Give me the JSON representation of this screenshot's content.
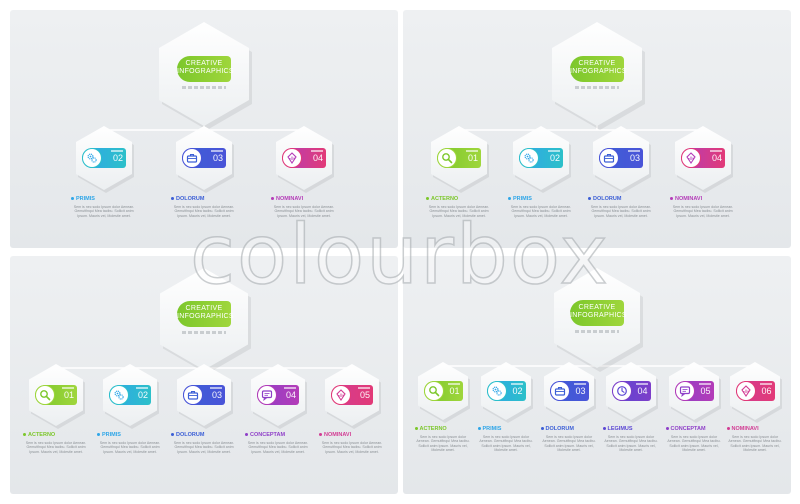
{
  "title": {
    "line1": "CREATIVE",
    "line2": "INFOGRAPHICS"
  },
  "body_text": "Sem is nec sodo Ipsum dolor Aenean. Gemutfinqui Mea tacibu. Sollicit anim Ipsum. Mauris vel, Molestie amet.",
  "watermark": "colourbox",
  "colors": {
    "green": "#8fcd31",
    "teal": "#2cc0c9",
    "cyan": "#2fa6e8",
    "blue": "#3c5fd6",
    "indigo": "#4a54d8",
    "violet": "#7d3ec9",
    "purple": "#a33fc8",
    "magenta": "#d23c93",
    "pink": "#e23a77"
  },
  "panels": [
    {
      "items": [
        {
          "label": "PRIMIS",
          "number": "02",
          "icon": "gears-icon",
          "color": "#2fa6e8",
          "color2": "#2cc0c9"
        },
        {
          "label": "DOLORUM",
          "number": "03",
          "icon": "briefcase-icon",
          "color": "#3c5fd6",
          "color2": "#4a54d8"
        },
        {
          "label": "NOMINAVI",
          "number": "04",
          "icon": "growth-icon",
          "color": "#b43cb8",
          "color2": "#e23a77"
        }
      ]
    },
    {
      "items": [
        {
          "label": "ACTERNO",
          "number": "01",
          "icon": "magnifier-icon",
          "color": "#7cc72b",
          "color2": "#9fd63c"
        },
        {
          "label": "PRIMIS",
          "number": "02",
          "icon": "gears-icon",
          "color": "#2fa6e8",
          "color2": "#2cc0c9"
        },
        {
          "label": "DOLORUM",
          "number": "03",
          "icon": "briefcase-icon",
          "color": "#3c5fd6",
          "color2": "#4a54d8"
        },
        {
          "label": "NOMINAVI",
          "number": "04",
          "icon": "growth-icon",
          "color": "#b43cb8",
          "color2": "#e23a77"
        }
      ]
    },
    {
      "items": [
        {
          "label": "ACTERNO",
          "number": "01",
          "icon": "magnifier-icon",
          "color": "#7cc72b",
          "color2": "#9fd63c"
        },
        {
          "label": "PRIMIS",
          "number": "02",
          "icon": "gears-icon",
          "color": "#2fa6e8",
          "color2": "#2cc0c9"
        },
        {
          "label": "DOLORUM",
          "number": "03",
          "icon": "briefcase-icon",
          "color": "#3c5fd6",
          "color2": "#4a54d8"
        },
        {
          "label": "CONCEPTAM",
          "number": "04",
          "icon": "chat-icon",
          "color": "#8e3ec8",
          "color2": "#b43cb8"
        },
        {
          "label": "NOMINAVI",
          "number": "05",
          "icon": "growth-icon",
          "color": "#d23c93",
          "color2": "#e23a77"
        }
      ]
    },
    {
      "items": [
        {
          "label": "ACTERNO",
          "number": "01",
          "icon": "magnifier-icon",
          "color": "#7cc72b",
          "color2": "#9fd63c"
        },
        {
          "label": "PRIMIS",
          "number": "02",
          "icon": "gears-icon",
          "color": "#2fa6e8",
          "color2": "#2cc0c9"
        },
        {
          "label": "DOLORUM",
          "number": "03",
          "icon": "briefcase-icon",
          "color": "#3c5fd6",
          "color2": "#4a54d8"
        },
        {
          "label": "LEGIMUS",
          "number": "04",
          "icon": "clock-icon",
          "color": "#5c48d4",
          "color2": "#7d3ec9"
        },
        {
          "label": "CONCEPTAM",
          "number": "05",
          "icon": "chat-icon",
          "color": "#8e3ec8",
          "color2": "#b43cb8"
        },
        {
          "label": "NOMINAVI",
          "number": "06",
          "icon": "growth-icon",
          "color": "#d23c93",
          "color2": "#e23a77"
        }
      ]
    }
  ]
}
